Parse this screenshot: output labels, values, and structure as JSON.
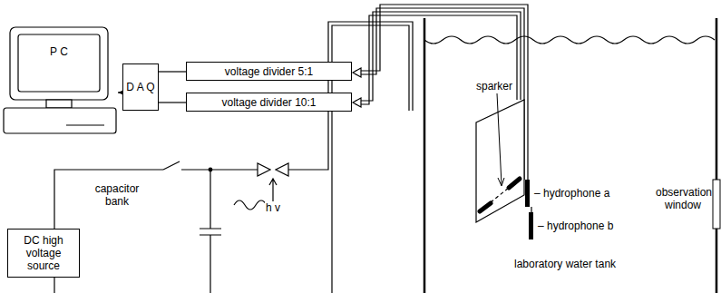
{
  "diagram": {
    "nodes": [
      {
        "text": [
          "P C"
        ]
      },
      {
        "text": [
          "D A Q"
        ]
      },
      {
        "text": [
          "voltage divider 5:1"
        ]
      },
      {
        "text": [
          "voltage divider 10:1"
        ]
      },
      {
        "text": [
          "DC high voltage source"
        ]
      }
    ],
    "edges": [
      {
        "from": 1,
        "to": 0,
        "arrow": "to"
      },
      {
        "from": 2,
        "to": 1,
        "arrow": "none"
      },
      {
        "from": 3,
        "to": 1,
        "arrow": "none"
      }
    ],
    "labels": [
      "capacitor bank",
      "h v",
      "sparker",
      "– hydrophone a",
      "– hydrophone b",
      "laboratory water tank",
      "observation window"
    ]
  }
}
